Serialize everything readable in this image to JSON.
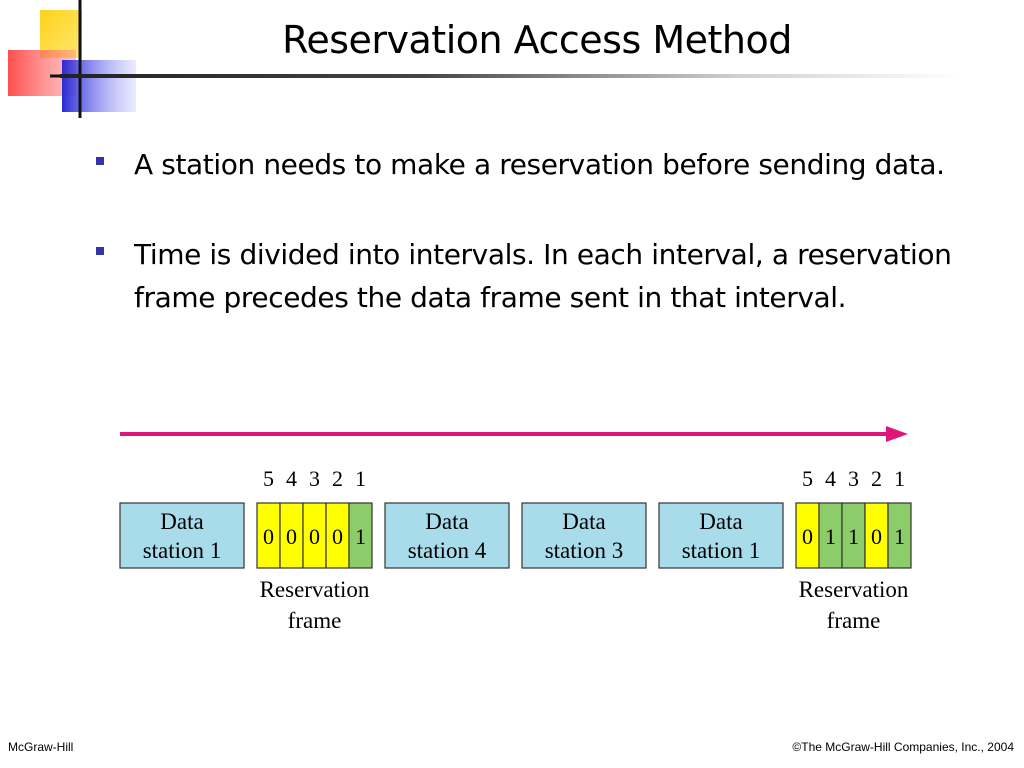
{
  "slide": {
    "title": "Reservation Access Method",
    "bullets": [
      "A station needs to make a reservation before sending data.",
      "Time is divided into intervals. In each interval, a reservation frame precedes the data frame sent in that interval."
    ]
  },
  "diagram": {
    "arrow_color": "#e0157a",
    "colors": {
      "data_frame": "#a8dcea",
      "reservation_unset": "#ffff00",
      "reservation_set": "#8ccc6a"
    },
    "reservation_bit_labels": [
      "5",
      "4",
      "3",
      "2",
      "1"
    ],
    "reservation_caption_line1": "Reservation",
    "reservation_caption_line2": "frame",
    "frames": [
      {
        "kind": "data",
        "line1": "Data",
        "line2": "station 1"
      },
      {
        "kind": "reservation",
        "bits": [
          "0",
          "0",
          "0",
          "0",
          "1"
        ]
      },
      {
        "kind": "data",
        "line1": "Data",
        "line2": "station 4"
      },
      {
        "kind": "data",
        "line1": "Data",
        "line2": "station 3"
      },
      {
        "kind": "data",
        "line1": "Data",
        "line2": "station 1"
      },
      {
        "kind": "reservation",
        "bits": [
          "0",
          "1",
          "1",
          "0",
          "1"
        ]
      }
    ]
  },
  "footer": {
    "left": "McGraw-Hill",
    "right": "©The McGraw-Hill Companies, Inc., 2004"
  }
}
